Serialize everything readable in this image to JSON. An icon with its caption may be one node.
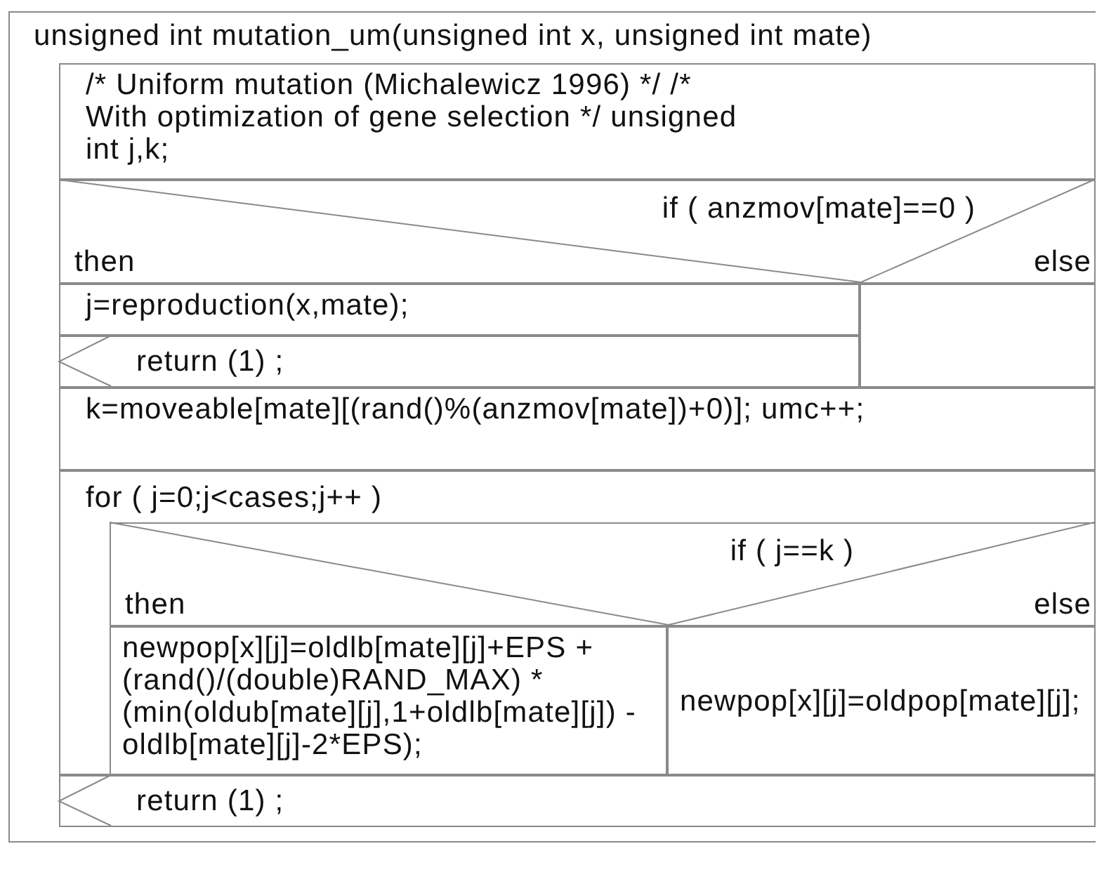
{
  "diagram": {
    "nodes": [
      {
        "text": [
          "unsigned int mutation_um(unsigned int x, unsigned int mate)"
        ]
      },
      {
        "text": [
          "/* Uniform mutation (Michalewicz 1996) */ /* With optimization of gene selection */ unsigned int j,k;"
        ],
        "in": 0
      },
      {
        "text": [
          "if ( anzmov[mate]==0 )",
          "then",
          "else"
        ],
        "in": 0
      },
      {
        "text": [
          "j=reproduction(x,mate);"
        ],
        "in": 0
      },
      {
        "text": [
          "return (1) ;"
        ],
        "in": 0
      },
      {
        "text": [],
        "shape": "box",
        "in": 0
      },
      {
        "text": [
          "k=moveable[mate][(rand()%(anzmov[mate])+0)]; umc++;"
        ],
        "in": 0
      },
      {
        "text": [
          "for ( j=0;j<cases;j++ )"
        ],
        "in": 0
      },
      {
        "text": [
          "if ( j==k )",
          "then",
          "else"
        ],
        "in": 7
      },
      {
        "text": [
          "newpop[x][j]=oldlb[mate][j]+EPS +(rand()/(double)RAND_MAX) *(min(oldub[mate][j],1+oldlb[mate][j]) -oldlb[mate][j]-2*EPS);"
        ],
        "in": 7
      },
      {
        "text": [
          "newpop[x][j]=oldpop[mate][j];"
        ],
        "in": 7
      },
      {
        "text": [
          "return (1) ;"
        ],
        "in": 0
      }
    ]
  }
}
